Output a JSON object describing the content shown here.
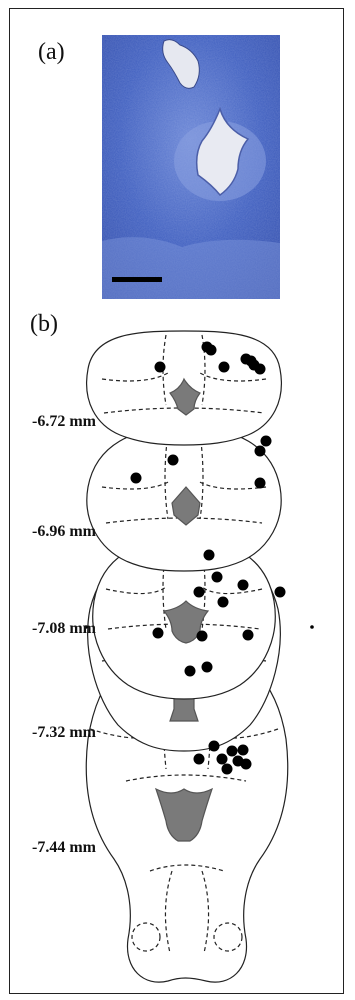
{
  "panels": {
    "a": {
      "label": "(a)"
    },
    "b": {
      "label": "(b)"
    }
  },
  "levels": [
    {
      "label": "-6.72 mm"
    },
    {
      "label": "-6.96 mm"
    },
    {
      "label": "-7.08 mm"
    },
    {
      "label": "-7.32 mm"
    },
    {
      "label": "-7.44 mm"
    }
  ],
  "colors": {
    "stain_blue": "#3b59b8",
    "aqueduct_grey": "#7a7a7a",
    "lesion_dot": "#000000"
  }
}
